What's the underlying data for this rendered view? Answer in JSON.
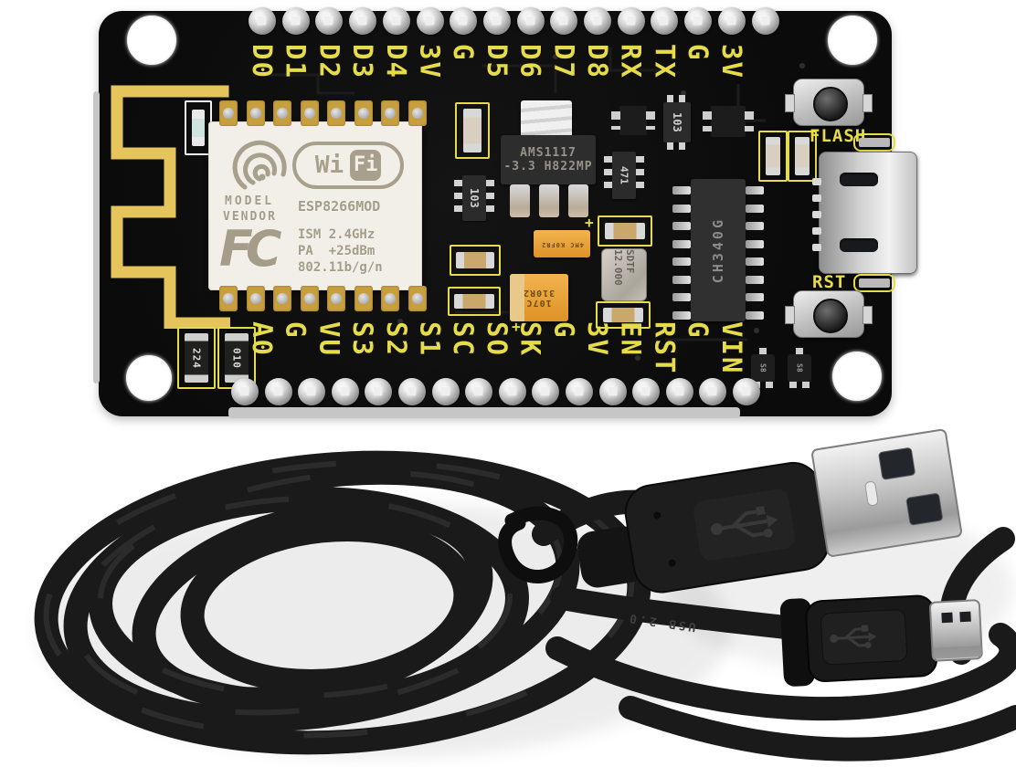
{
  "board": {
    "top_pins": [
      "D0",
      "D1",
      "D2",
      "D3",
      "D4",
      "3V",
      "G",
      "D5",
      "D6",
      "D7",
      "D8",
      "RX",
      "TX",
      "G",
      "3V"
    ],
    "bottom_pins": [
      "A0",
      "G",
      "VU",
      "S3",
      "S2",
      "S1",
      "SC",
      "SO",
      "SK",
      "G",
      "3V",
      "EN",
      "RST",
      "G",
      "VIN"
    ],
    "flash_label": "FLASH",
    "rst_label": "RST",
    "module": {
      "wifi_wi": "Wi",
      "wifi_fi": "Fi",
      "model_label": "MODEL",
      "vendor_label": "VENDOR",
      "part_number": "ESP8266MOD",
      "fcc_mark": "FC",
      "spec_line1": "ISM 2.4GHz",
      "spec_line2": "PA  +25dBm",
      "spec_line3": "802.11b/g/n"
    },
    "components": {
      "regulator_line1": "AMS1117",
      "regulator_line2": "-3.3 H822MP",
      "usb_uart_chip": "CH340G",
      "crystal_brand": "SDTF",
      "crystal_freq": "12.000",
      "resnet_103": "103",
      "resnet_471": "471",
      "cap_code_line1": "107C",
      "cap_code_line2": "310R2",
      "cap_small_code": "4MC K0FR2",
      "smd_code_224": "224",
      "smd_code_010": "010",
      "transistor_mark": "S8"
    }
  },
  "cable": {
    "print_text": "USB 2.0"
  },
  "colors": {
    "silkscreen_yellow": "#e6dc4a",
    "antenna_gold": "#e5c45c",
    "board_black": "#0b0b0b",
    "module_white": "#f1efe8",
    "cap_orange": "#e8a33d",
    "cable_black": "#1a1a1a"
  }
}
